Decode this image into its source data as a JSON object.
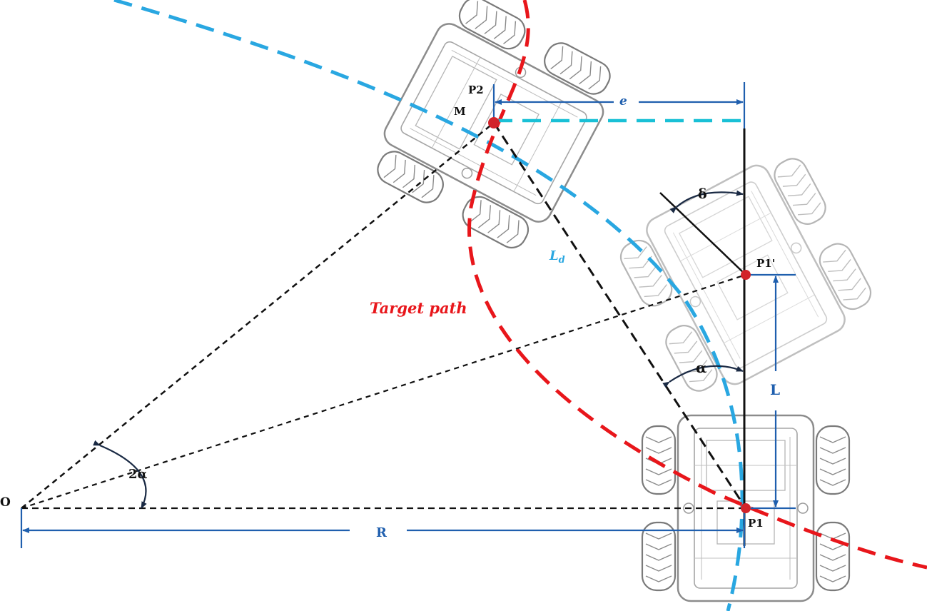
{
  "labels": {
    "origin": "O",
    "p1": "P1",
    "p1_prime": "P1'",
    "p2": "P2",
    "m": "M",
    "e": "e",
    "delta": "δ",
    "alpha": "α",
    "two_alpha": "2α",
    "ld": "L",
    "ld_sub": "d",
    "l": "L",
    "r": "R",
    "target_path": "Target path"
  },
  "colors": {
    "target_path": "#e8161b",
    "vehicle_arc": "#29a7e1",
    "offset_dash": "#19c0d6",
    "dimension": "#1f5fae",
    "construction": "#111111",
    "point": "#d2232a",
    "robot_outline": "#8c8c8c"
  },
  "icons": {
    "robot_bottom": "robot-vehicle-icon",
    "robot_middle": "robot-vehicle-icon",
    "robot_top": "robot-vehicle-icon"
  }
}
